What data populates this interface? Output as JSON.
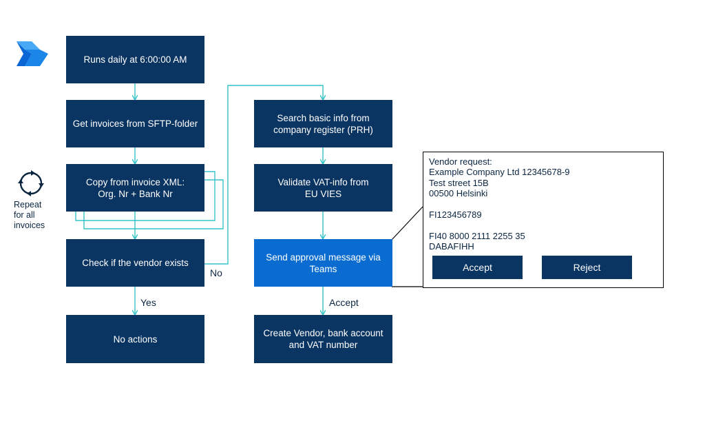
{
  "logo": {
    "icon": "power-automate-logo-icon",
    "colors": [
      "#0a66d4",
      "#1a86e8",
      "#4aa9f5"
    ]
  },
  "loop": {
    "icon": "repeat-cycle-icon",
    "label": "Repeat\nfor all\ninvoices"
  },
  "colors": {
    "box": "#0a3461",
    "highlight": "#0a6cd1",
    "connector": "#33c2c8"
  },
  "left_column": {
    "trigger": "Runs daily at 6:00:00 AM",
    "get_invoices": "Get invoices from SFTP-folder",
    "copy_xml": "Copy from invoice XML:\nOrg. Nr + Bank Nr",
    "check_vendor": "Check if the vendor exists",
    "no_actions": "No actions"
  },
  "right_column": {
    "search_prh": "Search basic info from\ncompany register (PRH)",
    "validate_vat": "Validate VAT-info from\nEU VIES",
    "send_approval": "Send approval message via\nTeams",
    "create_vendor": "Create Vendor, bank account\nand VAT number"
  },
  "edge_labels": {
    "yes": "Yes",
    "no": "No",
    "accept": "Accept"
  },
  "approval_card": {
    "lines": [
      "Vendor request:",
      "Example Company Ltd 12345678-9",
      "Test street 15B",
      "00500 Helsinki",
      "",
      "FI123456789",
      "",
      "FI40 8000 2111 2255 35",
      "DABAFIHH"
    ],
    "accept_label": "Accept",
    "reject_label": "Reject"
  }
}
